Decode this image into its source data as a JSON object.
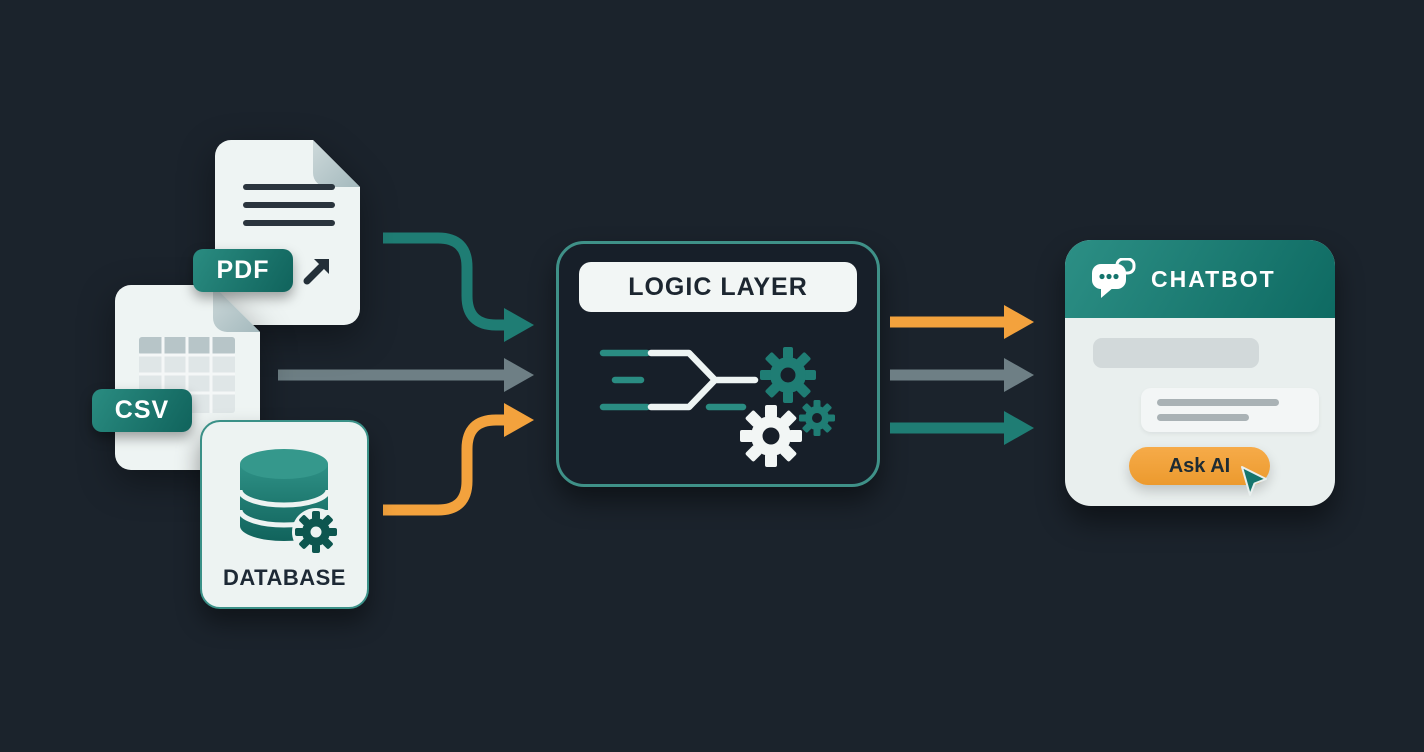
{
  "diagram": {
    "description": "Data sources (PDF, CSV, Database) flow through a logic layer into a chatbot",
    "background_color": "#1b232c"
  },
  "colors": {
    "teal": "#1f7d74",
    "teal_dark": "#10635c",
    "slate_gray": "#6e7f85",
    "orange": "#f3a23d",
    "card_light": "#edf3f2",
    "ink": "#1c2630"
  },
  "sources": {
    "pdf": {
      "badge_label": "PDF"
    },
    "csv": {
      "badge_label": "CSV"
    },
    "database": {
      "label": "DATABASE"
    }
  },
  "logic_layer": {
    "title": "LOGIC LAYER"
  },
  "chatbot": {
    "title": "CHATBOT",
    "ask_button_label": "Ask AI"
  },
  "arrows": {
    "into_logic": [
      {
        "from": "pdf",
        "color": "#1f7d74",
        "shape": "curved-down"
      },
      {
        "from": "csv",
        "color": "#6e7f85",
        "shape": "straight"
      },
      {
        "from": "database",
        "color": "#f3a23d",
        "shape": "curved-up"
      }
    ],
    "out_of_logic": [
      {
        "to": "chatbot",
        "color": "#f3a23d"
      },
      {
        "to": "chatbot",
        "color": "#6e7f85"
      },
      {
        "to": "chatbot",
        "color": "#1f7d74"
      }
    ]
  }
}
